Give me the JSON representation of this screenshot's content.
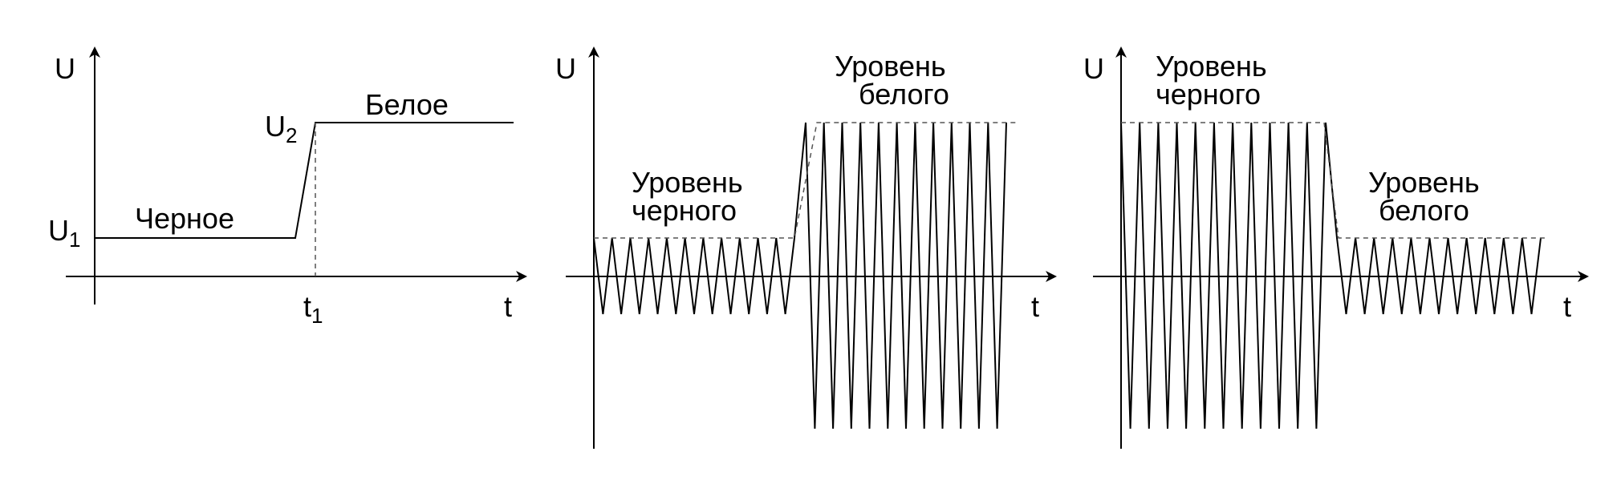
{
  "panel1": {
    "y_axis_label": "U",
    "x_axis_label": "t",
    "u1_label": "U",
    "u1_sub": "1",
    "u2_label": "U",
    "u2_sub": "2",
    "t1_label": "t",
    "t1_sub": "1",
    "black_label": "Черное",
    "white_label": "Белое"
  },
  "panel2": {
    "y_axis_label": "U",
    "x_axis_label": "t",
    "black_level_line1": "Уровень",
    "black_level_line2": "черного",
    "white_level_line1": "Уровень",
    "white_level_line2": "белого"
  },
  "panel3": {
    "y_axis_label": "U",
    "x_axis_label": "t",
    "black_level_line1": "Уровень",
    "black_level_line2": "черного",
    "white_level_line1": "Уровень",
    "white_level_line2": "белого"
  }
}
